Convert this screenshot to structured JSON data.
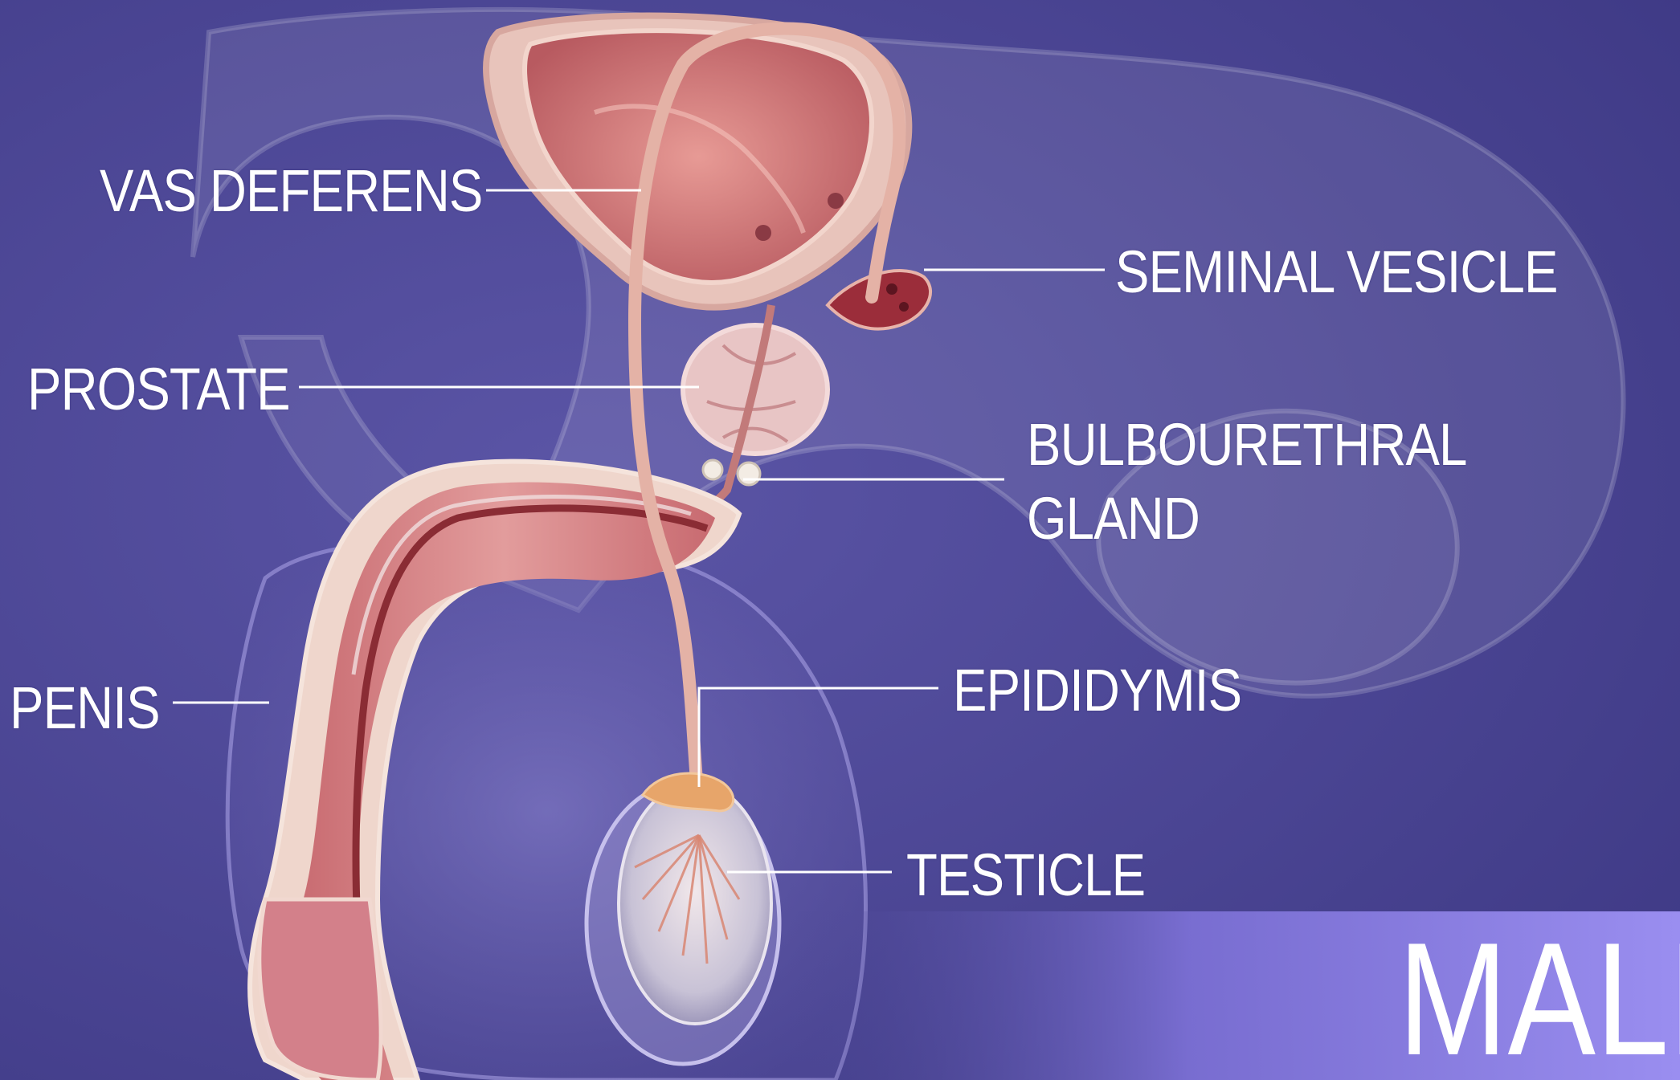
{
  "labels": {
    "vas_deferens": "VAS DEFERENS",
    "seminal_vesicle": "SEMINAL VESICLE",
    "prostate": "PROSTATE",
    "bulbourethral_line1": "BULBOURETHRAL",
    "bulbourethral_line2": "GLAND",
    "penis": "PENIS",
    "epididymis": "EPIDIDYMIS",
    "testicle": "TESTICLE"
  },
  "title": "MALE",
  "colors": {
    "background": "#4a4590",
    "banner": "#8a7fe0",
    "leader_line": "#ffffff",
    "tissue_pink": "#d98a8c",
    "tissue_light": "#e8c6c2",
    "testis": "#c9c6d8"
  }
}
